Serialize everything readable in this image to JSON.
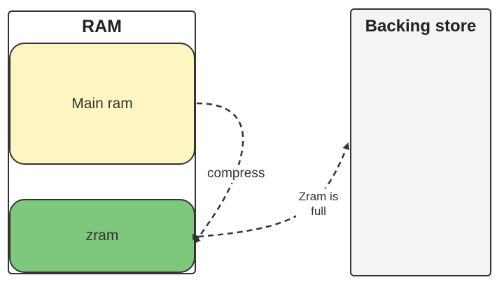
{
  "ram": {
    "title": "RAM"
  },
  "main_ram": {
    "label": "Main ram"
  },
  "zram": {
    "label": "zram"
  },
  "backing_store": {
    "title": "Backing store"
  },
  "edges": {
    "compress": "compress",
    "zram_full_line1": "Zram is",
    "zram_full_line2": "full"
  },
  "colors": {
    "main_ram_fill": "#fdf6c0",
    "zram_fill": "#7ec87e",
    "backing_fill": "#f4f4f4",
    "stroke": "#333333"
  }
}
